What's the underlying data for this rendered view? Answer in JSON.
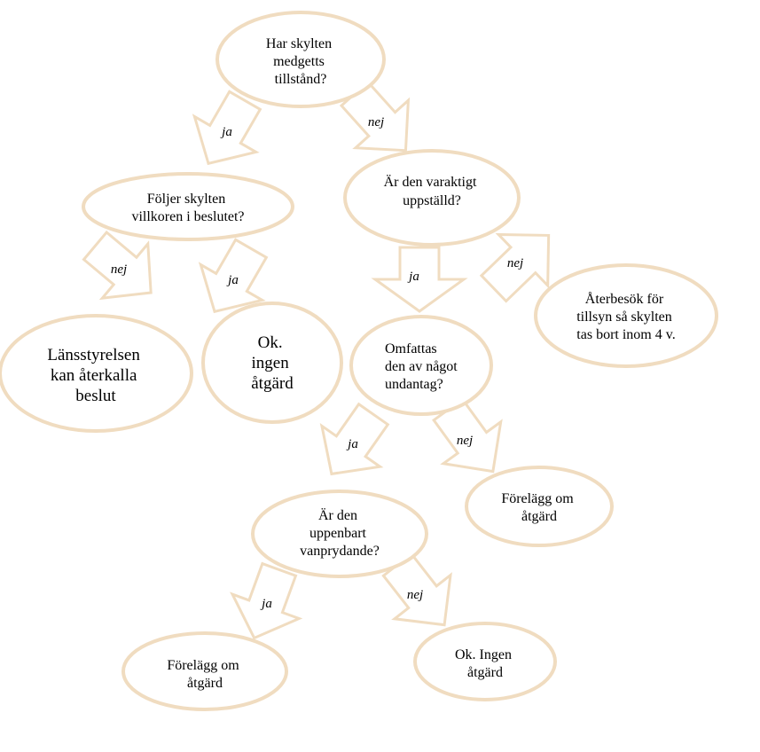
{
  "nodes": {
    "n1": {
      "lines": [
        "Har skylten",
        "medgetts",
        "tillstånd?"
      ]
    },
    "n2": {
      "lines": [
        "Följer skylten",
        "villkoren i beslutet?"
      ]
    },
    "n3": {
      "lines": [
        "Är den varaktigt",
        "uppställd?"
      ]
    },
    "n4": {
      "lines": [
        "Länsstyrelsen",
        "kan återkalla",
        "beslut"
      ]
    },
    "n5": {
      "lines": [
        "Ok.",
        "ingen",
        "åtgärd"
      ]
    },
    "n6": {
      "lines": [
        "Omfattas",
        "den av något",
        "undantag?"
      ]
    },
    "n7": {
      "lines": [
        "Återbesök för",
        "tillsyn så skylten",
        "tas bort inom 4 v."
      ]
    },
    "n8": {
      "lines": [
        "Förelägg om",
        "åtgärd"
      ]
    },
    "n9": {
      "lines": [
        "Är den",
        "uppenbart",
        "vanprydande?"
      ]
    },
    "n10": {
      "lines": [
        "Förelägg om",
        "åtgärd"
      ]
    },
    "n11": {
      "lines": [
        "Ok. Ingen",
        "åtgärd"
      ]
    }
  },
  "edges": {
    "e1": {
      "label": "ja"
    },
    "e2": {
      "label": "nej"
    },
    "e3": {
      "label": "nej"
    },
    "e4": {
      "label": "ja"
    },
    "e5": {
      "label": "ja"
    },
    "e6": {
      "label": "nej"
    },
    "e7": {
      "label": "ja"
    },
    "e8": {
      "label": "nej"
    },
    "e9": {
      "label": "ja"
    },
    "e10": {
      "label": "nej"
    }
  },
  "colors": {
    "outline": "#f0dcc0",
    "text": "#000000"
  }
}
